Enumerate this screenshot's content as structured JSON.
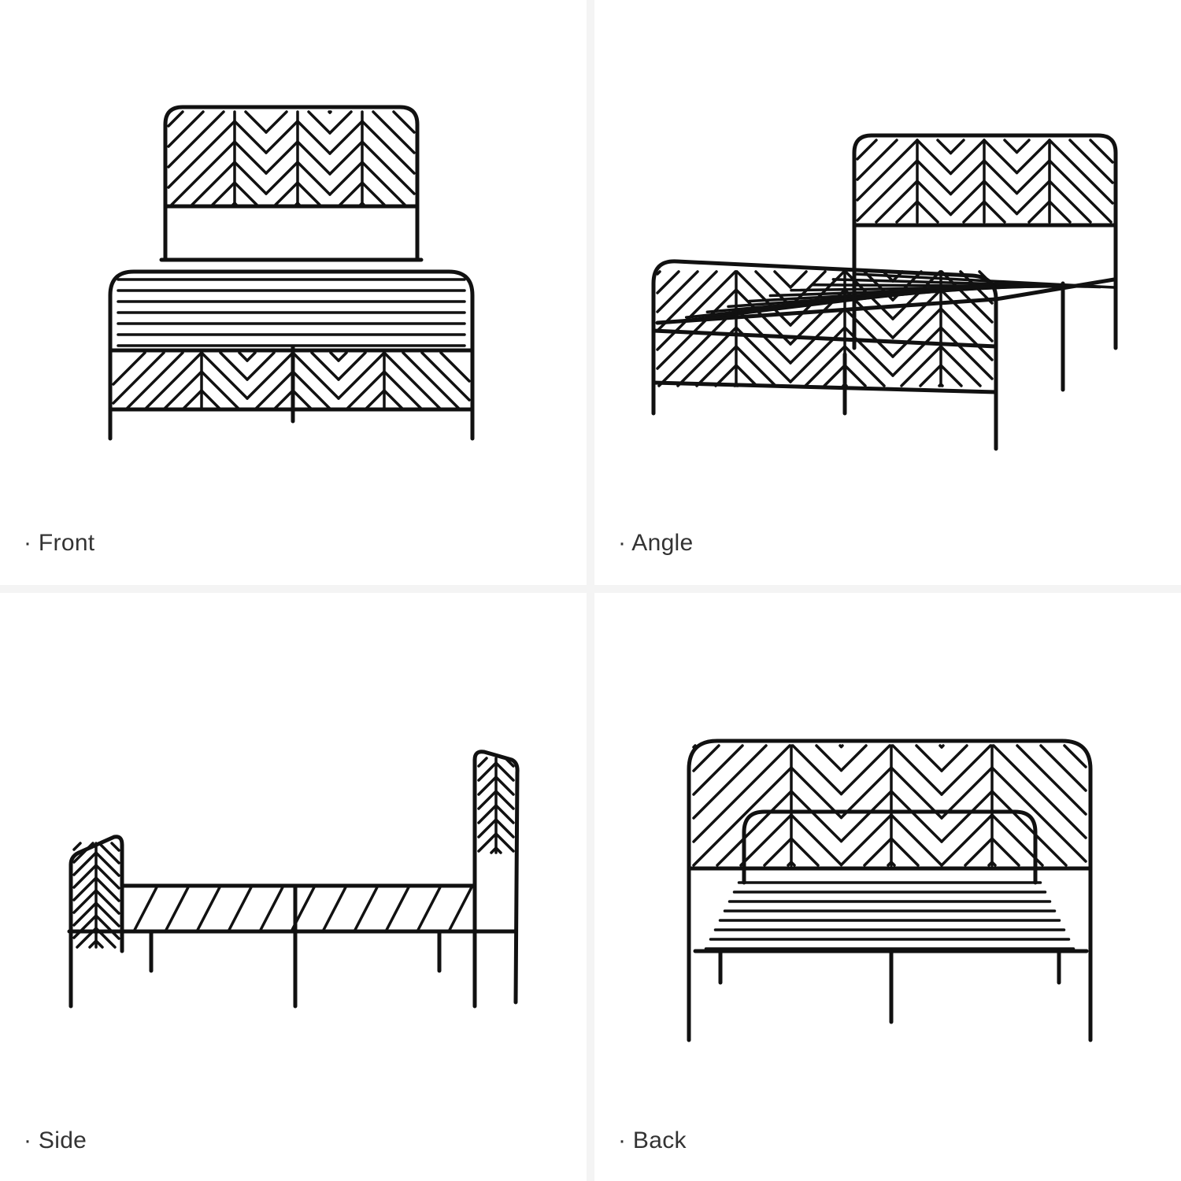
{
  "views": [
    {
      "label": "· Front"
    },
    {
      "label": "· Angle"
    },
    {
      "label": "· Side"
    },
    {
      "label": "· Back"
    }
  ],
  "colors": {
    "frame": "#111111",
    "background": "#ffffff",
    "divider": "#f4f4f4",
    "label": "#333333"
  }
}
